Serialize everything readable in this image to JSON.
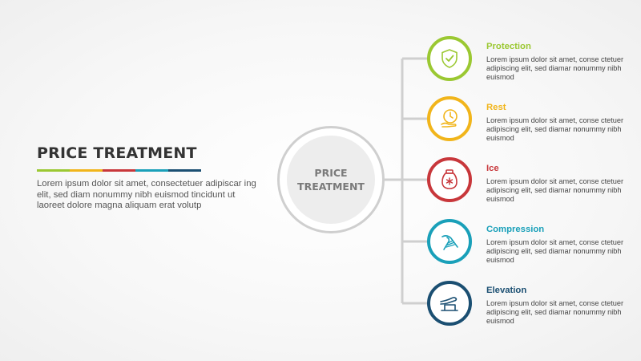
{
  "title": {
    "text": "PRICE TREATMENT",
    "underline_colors": [
      "#9bc832",
      "#f1b51b",
      "#c8373b",
      "#1aa0b9",
      "#1b4f72"
    ],
    "description": "Lorem ipsum dolor sit amet, consectetuer adipiscar ing elit, sed diam nonummy nibh euismod tincidunt ut laoreet dolore magna aliquam erat volutp"
  },
  "center": {
    "label": "PRICE\nTREATMENT"
  },
  "steps": [
    {
      "title": "Protection",
      "color": "#9bc832",
      "icon": "shield-check-icon",
      "description": "Lorem ipsum dolor sit amet, conse ctetuer adipiscing elit, sed diamar nonummy nibh euismod"
    },
    {
      "title": "Rest",
      "color": "#f1b51b",
      "icon": "clock-hand-icon",
      "description": "Lorem ipsum dolor sit amet, conse ctetuer adipiscing elit, sed diamar nonummy nibh euismod"
    },
    {
      "title": "Ice",
      "color": "#c8373b",
      "icon": "ice-pack-icon",
      "description": "Lorem ipsum dolor sit amet, conse ctetuer adipiscing elit, sed diamar nonummy nibh euismod"
    },
    {
      "title": "Compression",
      "color": "#1aa0b9",
      "icon": "compression-bandage-icon",
      "description": "Lorem ipsum dolor sit amet, conse ctetuer adipiscing elit, sed diamar nonummy nibh euismod"
    },
    {
      "title": "Elevation",
      "color": "#1b4f72",
      "icon": "elevated-leg-icon",
      "description": "Lorem ipsum dolor sit amet, conse ctetuer adipiscing elit, sed diamar nonummy nibh euismod"
    }
  ],
  "connector_color": "#cfcfcf"
}
